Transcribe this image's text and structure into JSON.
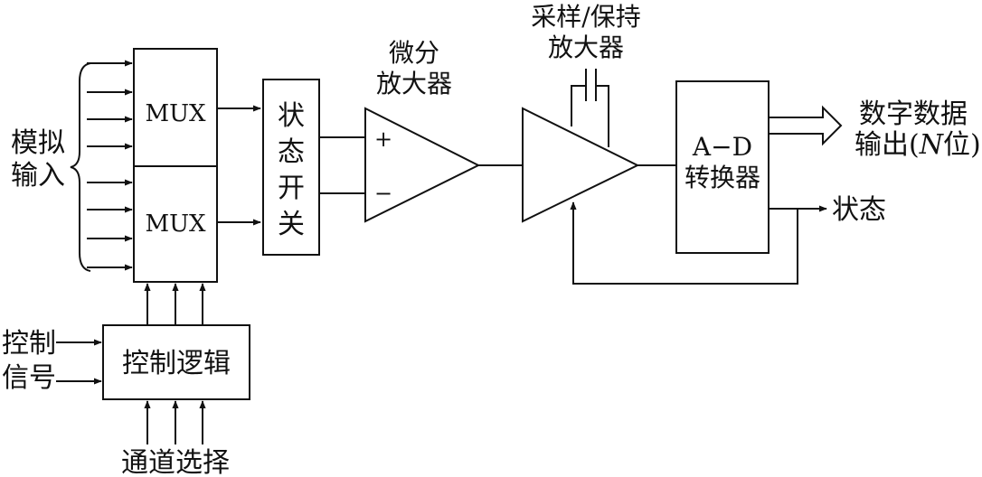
{
  "diagram": {
    "analog_input_label": [
      "模拟",
      "输入"
    ],
    "mux_top_label": "MUX",
    "mux_bottom_label": "MUX",
    "status_switch_label": [
      "状",
      "态",
      "开",
      "关"
    ],
    "diff_amp_label": [
      "微分",
      "放大器"
    ],
    "plus_sign": "+",
    "minus_sign": "−",
    "sample_hold_label": [
      "采样/保持",
      "放大器"
    ],
    "adc_label": [
      "A−D",
      "转换器"
    ],
    "digital_output_label_1": "数字数据",
    "digital_output_label_2_prefix": "输出(",
    "digital_output_label_2_n": "N",
    "digital_output_label_2_suffix": "位)",
    "status_output_label": "状态",
    "control_signal_label": [
      "控制",
      "信号"
    ],
    "control_logic_label": "控制逻辑",
    "channel_select_label": "通道选择"
  }
}
